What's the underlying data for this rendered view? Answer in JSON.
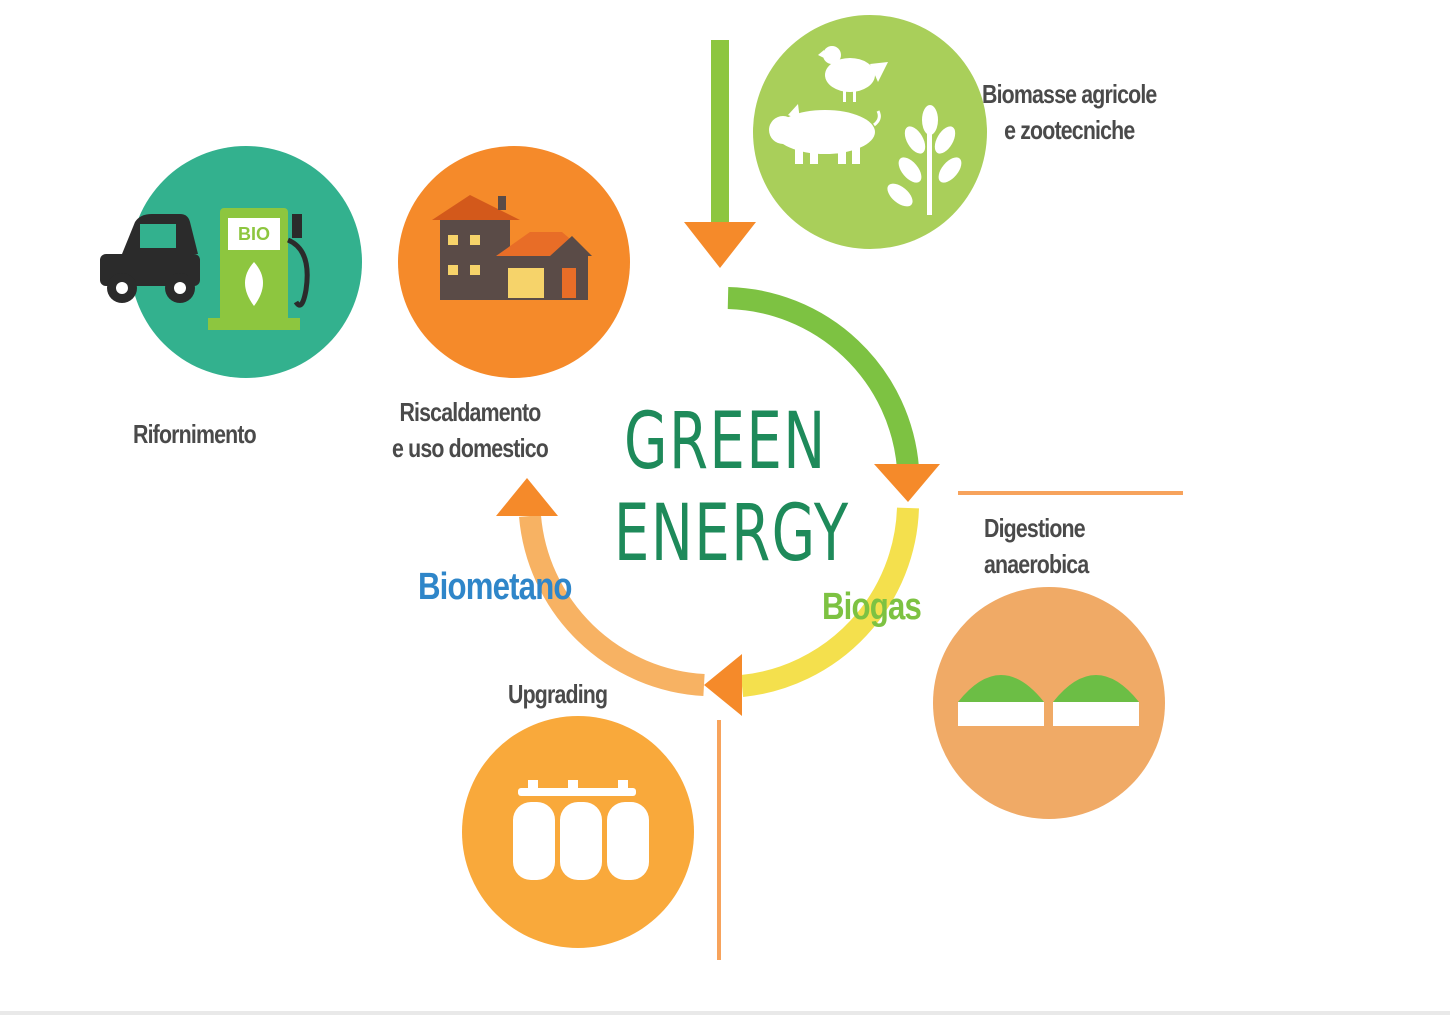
{
  "title": [
    "GREEN",
    "ENERGY"
  ],
  "labels": {
    "biomass": [
      "Biomasse agricole",
      "e zootecniche"
    ],
    "digestion": [
      "Digestione",
      "anaerobica"
    ],
    "upgrading": "Upgrading",
    "heating": [
      "Riscaldamento",
      "e uso domestico"
    ],
    "refuel": "Rifornimento",
    "fuel_pump_badge": "BIO"
  },
  "flow": {
    "biogas": "Biogas",
    "biometano": "Biometano"
  },
  "colors": {
    "title": "#1e8a5a",
    "green_arc": "#7dc242",
    "yellow_arc": "#f4e04d",
    "orange_arc": "#f7b263",
    "arrow": "#f58a2a",
    "biogas_text": "#7dc242",
    "biometano_text": "#2f86c9",
    "circle_biomass": "#a9cf5a",
    "circle_digestion": "#f0aa66",
    "circle_upgrading": "#f9a93b",
    "circle_heating": "#f58a2a",
    "circle_refuel": "#33b18e"
  },
  "icons": [
    "chicken-icon",
    "pig-icon",
    "wheat-icon",
    "digester-domes-icon",
    "gas-tanks-icon",
    "houses-icon",
    "car-icon",
    "fuel-pump-icon"
  ]
}
